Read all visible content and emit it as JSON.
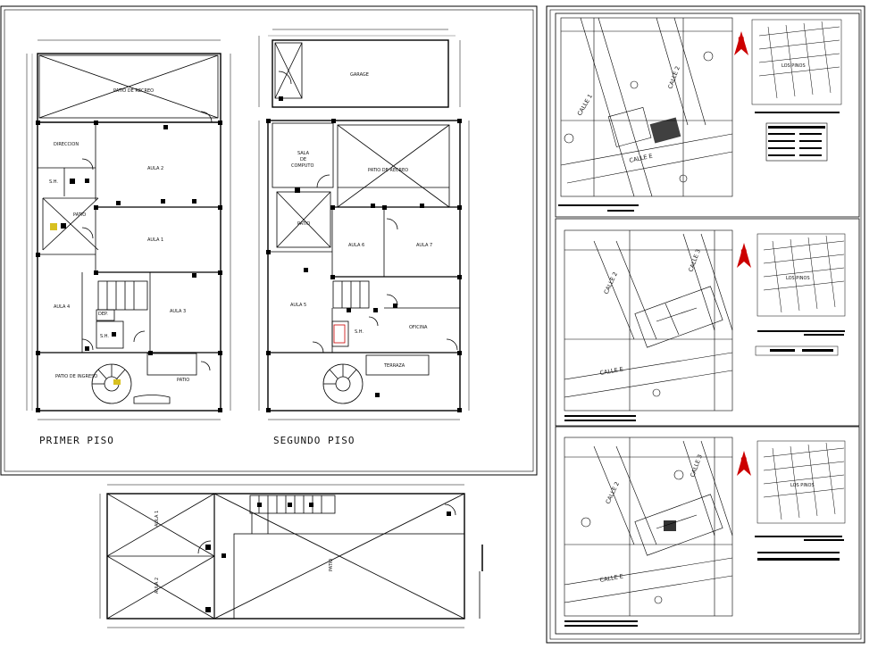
{
  "first_floor": {
    "title": "PRIMER PISO",
    "rooms": {
      "patio_recreo": "PATIO DE RECREO",
      "direccion": "DIRECCION",
      "aula2": "AULA 2",
      "sh": "S.H.",
      "patio": "PATIO",
      "aula1": "AULA 1",
      "aula4": "AULA 4",
      "dep": "DEP.",
      "aula3": "AULA 3",
      "sh2": "S.H.",
      "patio_ingreso": "PATIO DE INGRESO",
      "patio2": "PATIO"
    }
  },
  "second_floor": {
    "title": "SEGUNDO PISO",
    "rooms": {
      "garage": "GARAGE",
      "sala_line1": "SALA",
      "sala_line2": "DE",
      "sala_line3": "COMPUTO",
      "patio_recreo": "PATIO DE RECREO",
      "patio": "PATIO",
      "aula6": "AULA 6",
      "aula7": "AULA 7",
      "aula5": "AULA 5",
      "sh": "S.H.",
      "oficina": "OFICINA",
      "terraza": "TERRAZA"
    }
  },
  "roof_plan": {
    "rooms": {
      "aula1": "AULA 1",
      "aula2": "AULA 2",
      "patio": "PATIO"
    }
  },
  "location_sheets": [
    {
      "streets": {
        "calle1": "CALLE 1",
        "calle2": "CALLE 2",
        "callee": "CALLE E"
      },
      "lot_label": "LOS PINOS"
    },
    {
      "streets": {
        "calle2": "CALLE 2",
        "calle3": "CALLE 3",
        "callee": "CALLE E"
      },
      "lot_label": "LOS PINOS"
    },
    {
      "streets": {
        "calle2": "CALLE 2",
        "calle3": "CALLE 3",
        "callee": "CALLE E"
      },
      "lot_label": "LOS PINOS"
    }
  ],
  "colors": {
    "ink": "#000000",
    "north_arrow": "#cc0000",
    "paper": "#ffffff",
    "accent_fill": "#d8c020"
  }
}
